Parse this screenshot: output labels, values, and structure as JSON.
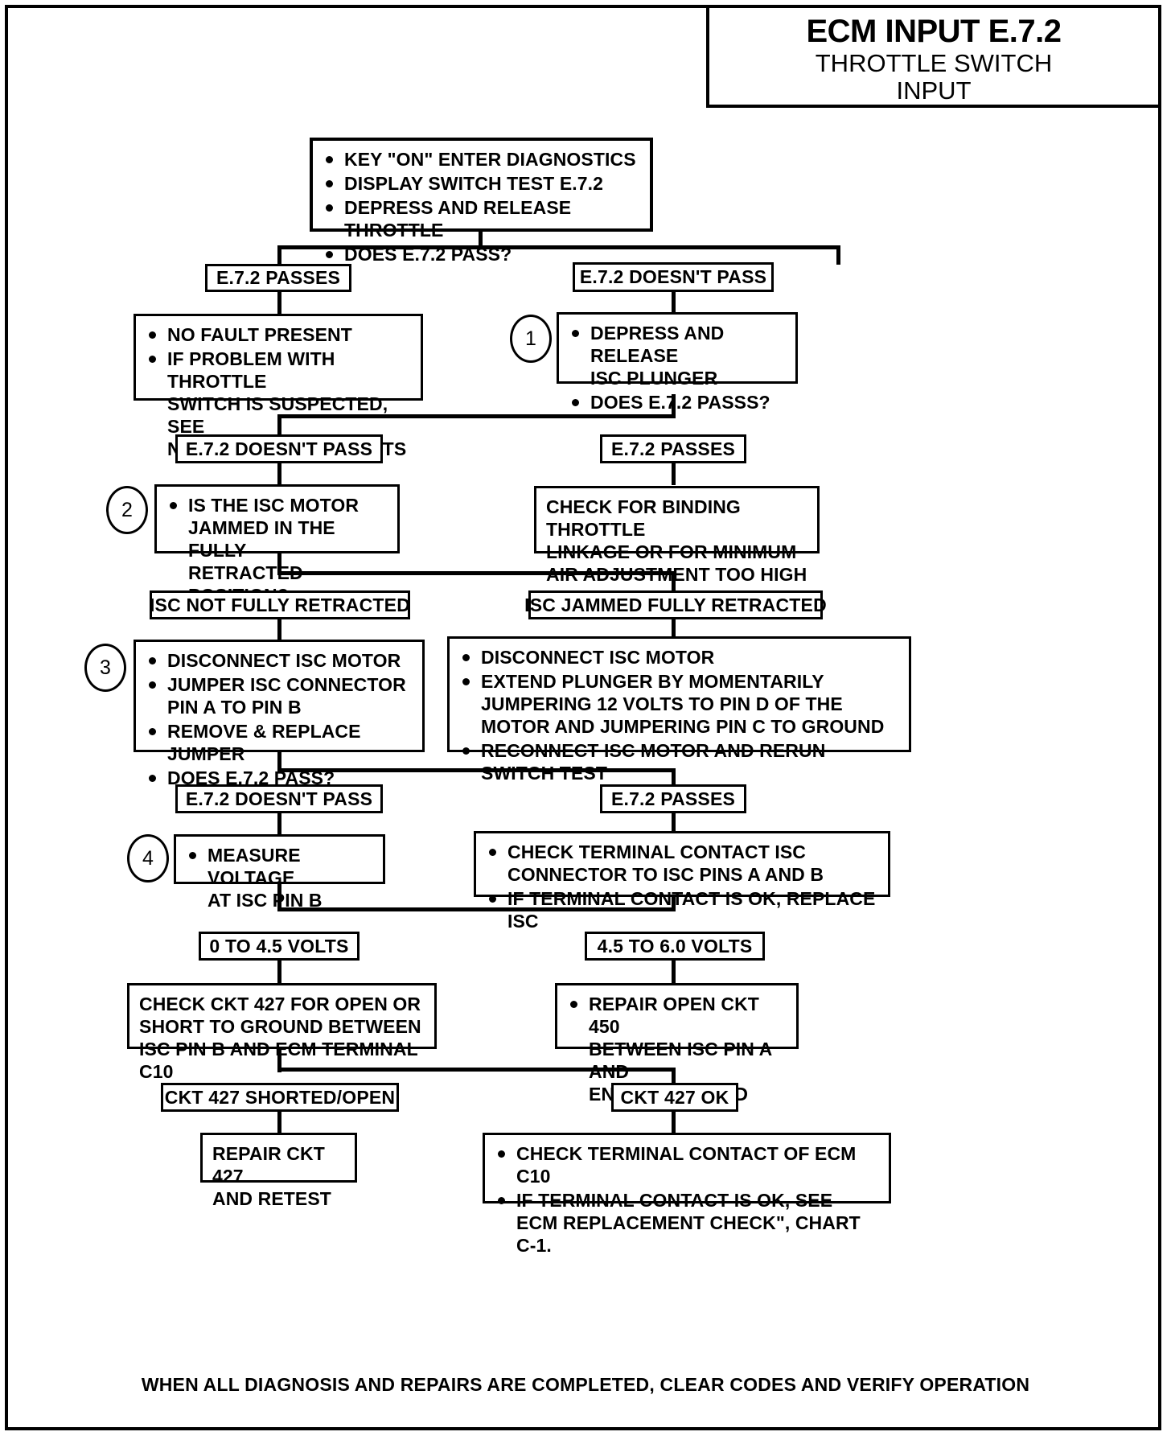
{
  "title": {
    "main": "ECM INPUT E.7.2",
    "sub_line1": "THROTTLE SWITCH",
    "sub_line2": "INPUT"
  },
  "footer": "WHEN ALL DIAGNOSIS AND REPAIRS ARE COMPLETED, CLEAR CODES AND VERIFY OPERATION",
  "steps": {
    "s1": "1",
    "s2": "2",
    "s3": "3",
    "s4": "4"
  },
  "nodes": {
    "start": {
      "b1": "KEY \"ON\" ENTER DIAGNOSTICS",
      "b2": "DISPLAY SWITCH TEST E.7.2",
      "b3": "DEPRESS AND RELEASE THROTTLE",
      "b4": "DOES E.7.2 PASS?"
    },
    "no_fault": {
      "b1": "NO FAULT PRESENT",
      "b2": "IF PROBLEM WITH THROTTLE\nSWITCH IS SUSPECTED, SEE\nNOTE ON INTERMITTENTS"
    },
    "depress_isc": {
      "b1": "DEPRESS AND RELEASE\nISC PLUNGER",
      "b2": "DOES E.7.2 PASSS?"
    },
    "isc_jammed_q": {
      "b1": "IS THE ISC MOTOR\nJAMMED IN THE FULLY\nRETRACTED POSITION?"
    },
    "binding_throttle": {
      "text": "CHECK FOR BINDING THROTTLE\nLINKAGE OR FOR MINIMUM\nAIR ADJUSTMENT TOO HIGH"
    },
    "jumper_isc": {
      "b1": "DISCONNECT ISC MOTOR",
      "b2": "JUMPER ISC CONNECTOR\nPIN A TO PIN B",
      "b3": "REMOVE & REPLACE JUMPER",
      "b4": "DOES E.7.2 PASS?"
    },
    "extend_plunger": {
      "b1": "DISCONNECT ISC MOTOR",
      "b2": "EXTEND PLUNGER BY MOMENTARILY\nJUMPERING 12 VOLTS TO PIN D OF THE\nMOTOR AND JUMPERING PIN C TO GROUND",
      "b3": "RECONNECT ISC MOTOR AND RERUN SWITCH TEST"
    },
    "measure_voltage": {
      "b1": "MEASURE VOLTAGE\nAT ISC PIN B"
    },
    "check_terminal_isc": {
      "b1": "CHECK TERMINAL CONTACT ISC\nCONNECTOR TO ISC PINS A AND B",
      "b2": "IF TERMINAL CONTACT IS OK, REPLACE ISC"
    },
    "check_ckt427": {
      "text": "CHECK CKT 427 FOR OPEN OR\nSHORT TO GROUND BETWEEN\nISC PIN B AND ECM TERMINAL C10"
    },
    "repair_ckt450": {
      "b1": "REPAIR OPEN CKT 450\nBETWEEN ISC PIN A AND\nENGINE GROUND"
    },
    "repair_ckt427": {
      "text": "REPAIR CKT 427\nAND RETEST"
    },
    "check_ecm_c10": {
      "b1": "CHECK TERMINAL CONTACT OF ECM C10",
      "b2": "IF TERMINAL CONTACT IS OK, SEE\nECM REPLACEMENT CHECK\", CHART C-1."
    }
  },
  "labels": {
    "passes_1": "E.7.2 PASSES",
    "doesnt_pass_1": "E.7.2 DOESN'T PASS",
    "doesnt_pass_2": "E.7.2 DOESN'T PASS",
    "passes_2": "E.7.2 PASSES",
    "isc_not_retracted": "ISC NOT FULLY RETRACTED",
    "isc_jammed": "ISC JAMMED FULLY RETRACTED",
    "doesnt_pass_3": "E.7.2 DOESN'T PASS",
    "passes_3": "E.7.2 PASSES",
    "volts_low": "0 TO 4.5 VOLTS",
    "volts_high": "4.5 TO 6.0 VOLTS",
    "ckt_shorted": "CKT 427 SHORTED/OPEN",
    "ckt_ok": "CKT 427 OK"
  },
  "colors": {
    "ink": "#000000",
    "paper": "#ffffff"
  }
}
